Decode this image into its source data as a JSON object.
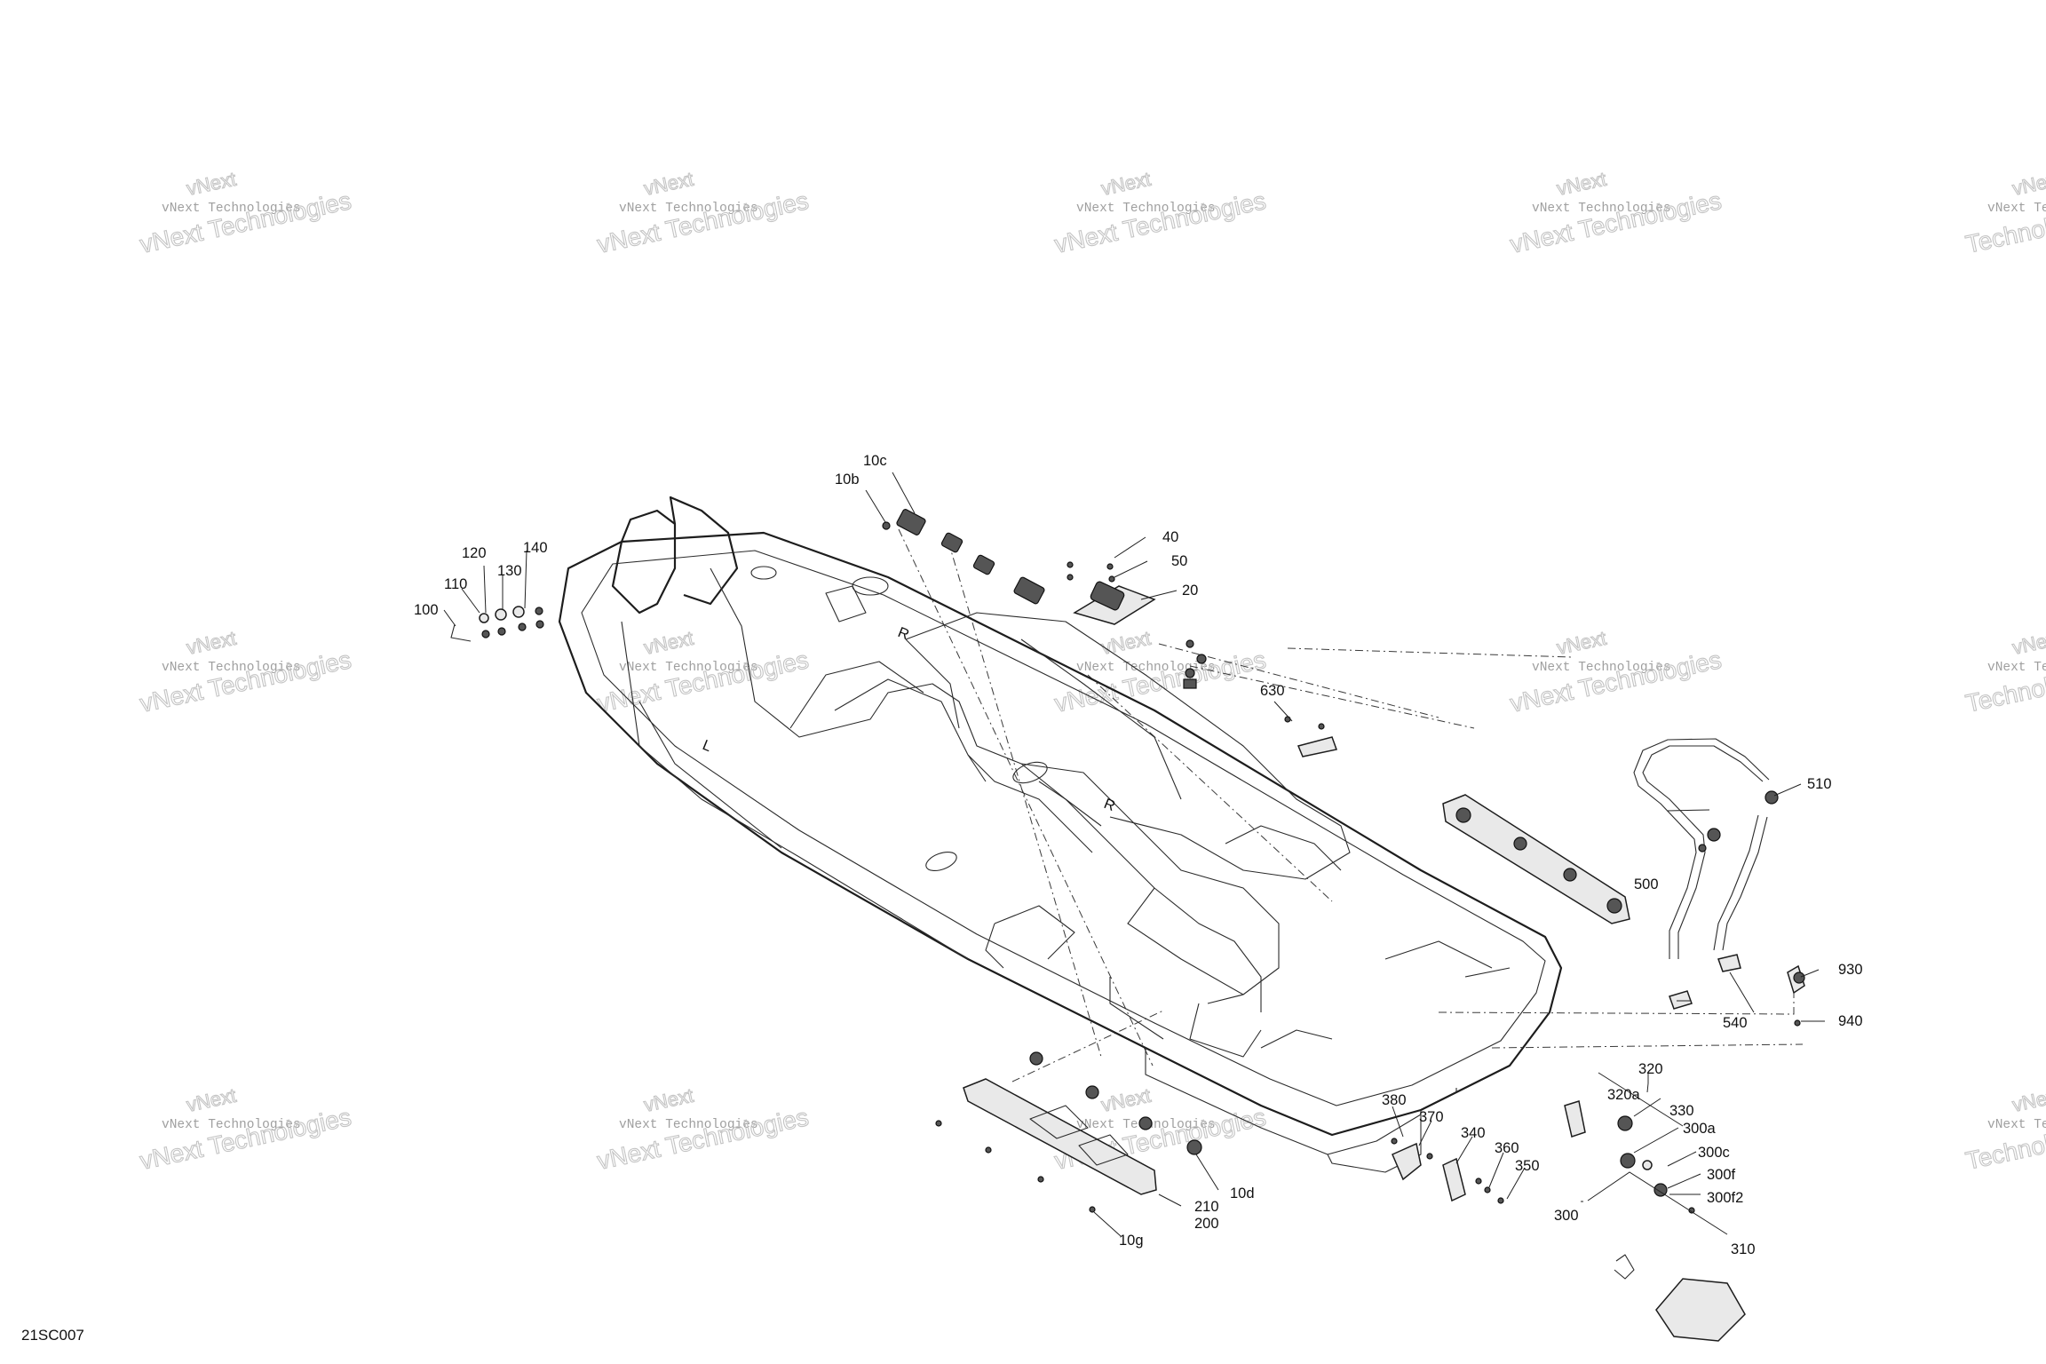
{
  "diagram": {
    "code": "21SC007",
    "hull_letters": [
      "R",
      "L",
      "R"
    ],
    "watermark": {
      "line1": "vNext Technologies",
      "line2": "Technologies",
      "line3": "vNext"
    },
    "part_labels": [
      "10c",
      "10b",
      "40",
      "50",
      "20",
      "120",
      "140",
      "130",
      "110",
      "100",
      "630",
      "510",
      "500",
      "930",
      "540",
      "940",
      "320",
      "320a",
      "330",
      "300a",
      "380",
      "370",
      "340",
      "360",
      "350",
      "300c",
      "300f",
      "300f2",
      "300",
      "310",
      "10d",
      "210",
      "200",
      "10g"
    ]
  }
}
